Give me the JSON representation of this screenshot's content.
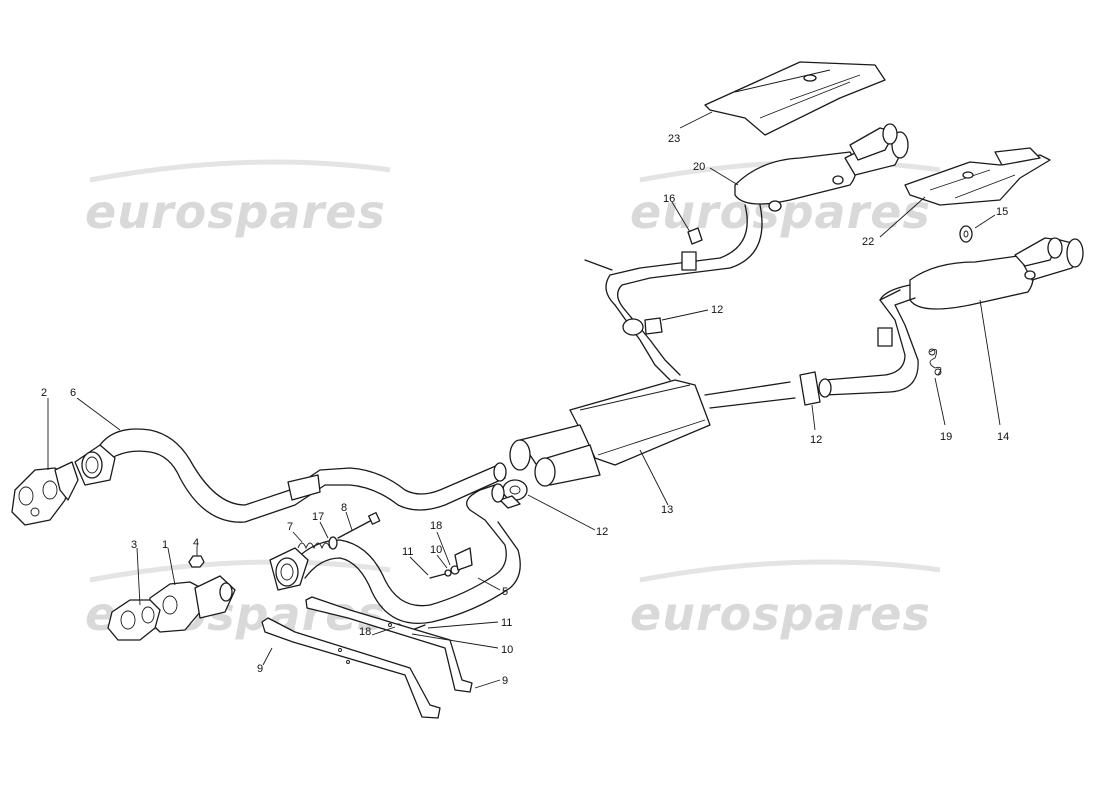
{
  "watermark": {
    "text": "eurospares"
  },
  "callouts": [
    "1",
    "2",
    "3",
    "4",
    "5",
    "6",
    "7",
    "8",
    "9",
    "9",
    "10",
    "10",
    "11",
    "11",
    "12",
    "12",
    "12",
    "13",
    "14",
    "15",
    "16",
    "17",
    "18",
    "18",
    "19",
    "20",
    "22",
    "23"
  ]
}
